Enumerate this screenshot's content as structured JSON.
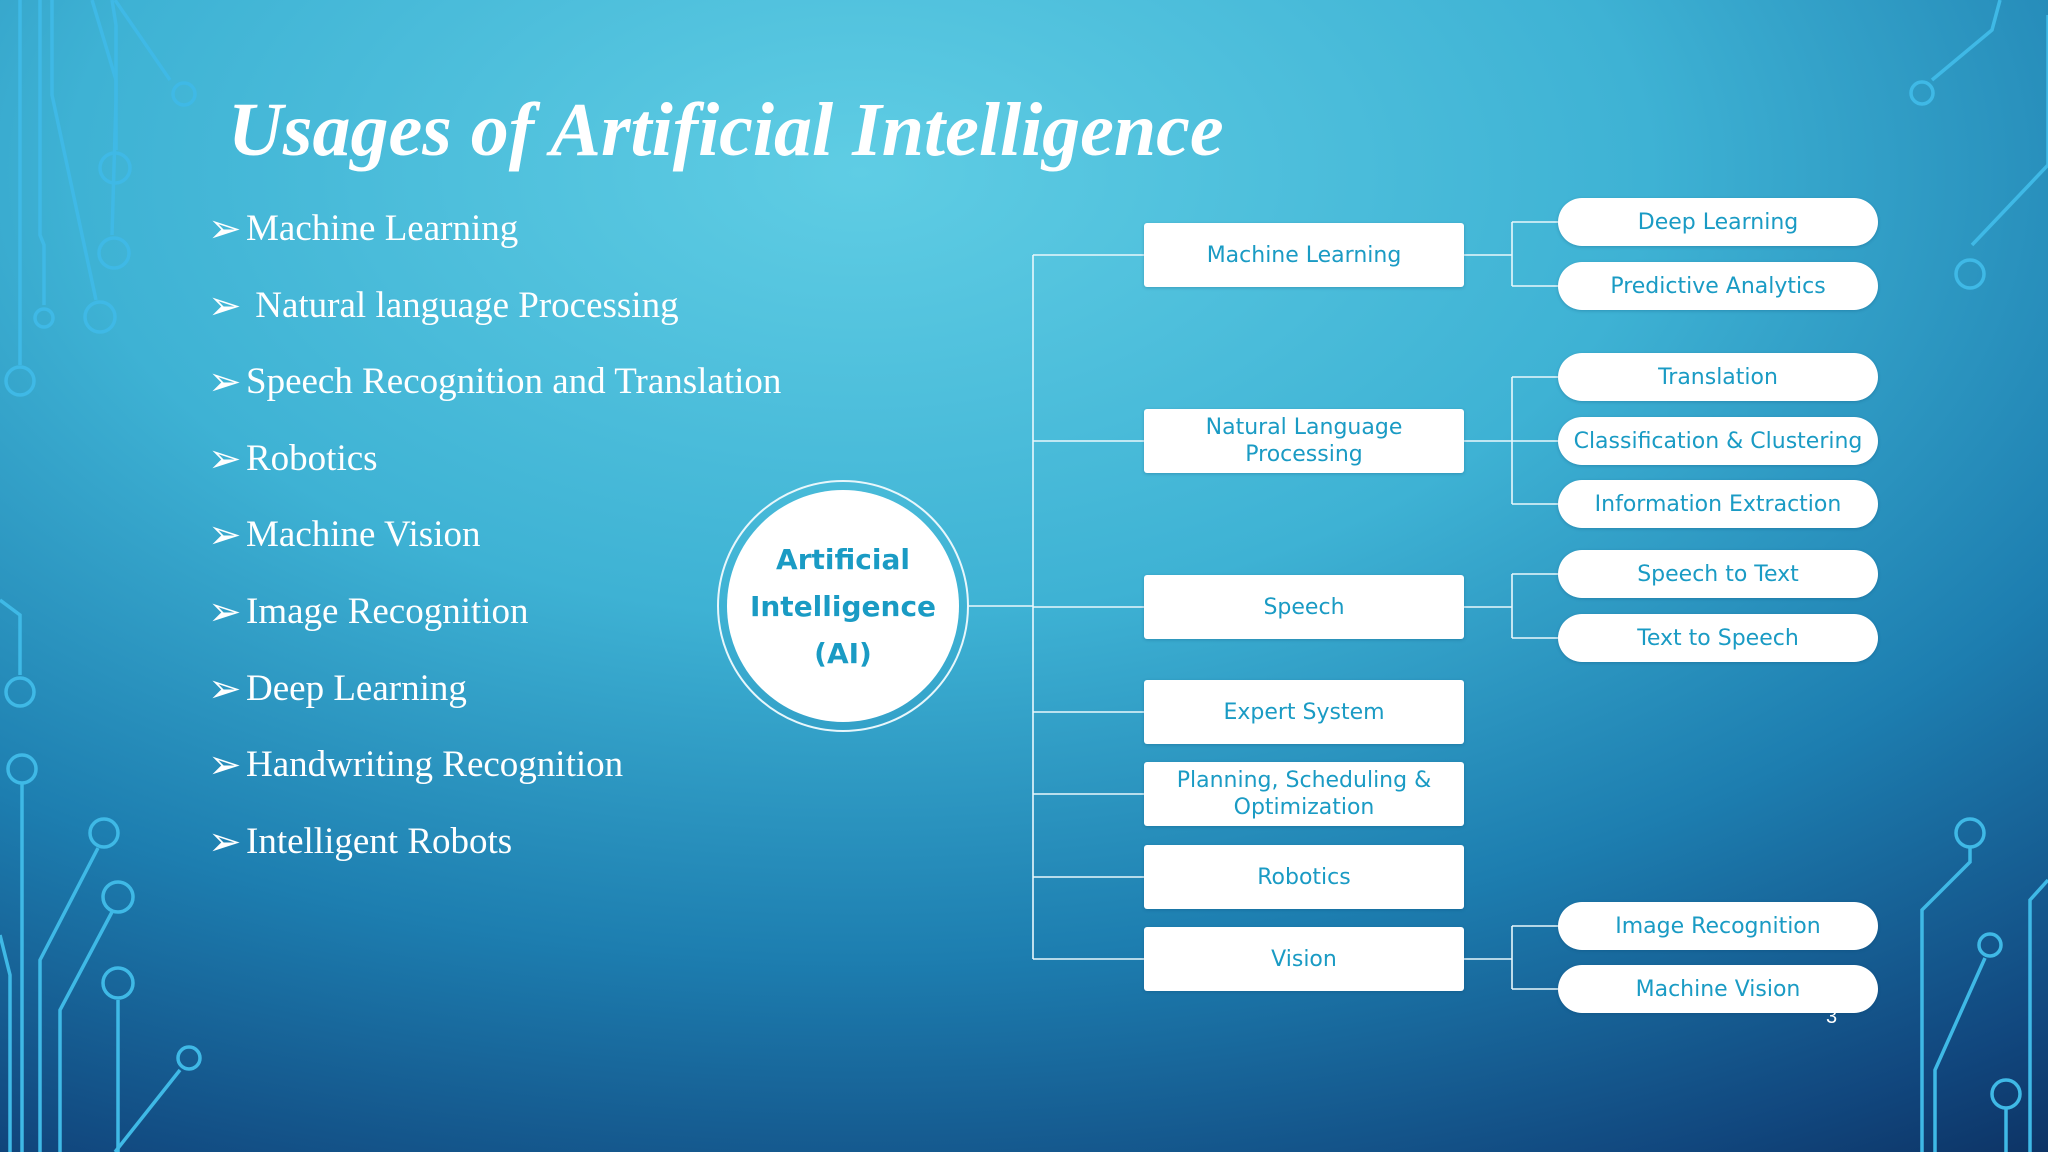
{
  "slide": {
    "title": "Usages of Artificial Intelligence",
    "page_number": "3"
  },
  "bullets": {
    "marker": "➢",
    "items": [
      "Machine Learning",
      " Natural language Processing",
      "Speech Recognition and Translation",
      "Robotics",
      "Machine Vision",
      "Image Recognition",
      "Deep Learning",
      "Handwriting Recognition",
      "Intelligent Robots"
    ]
  },
  "diagram": {
    "center_label": "Artificial\nIntelligence\n(AI)",
    "branches": [
      {
        "label": "Machine Learning",
        "children": [
          "Deep Learning",
          "Predictive Analytics"
        ]
      },
      {
        "label": "Natural Language\nProcessing",
        "children": [
          "Translation",
          "Classification & Clustering",
          "Information Extraction"
        ]
      },
      {
        "label": "Speech",
        "children": [
          "Speech to Text",
          "Text to Speech"
        ]
      },
      {
        "label": "Expert System",
        "children": []
      },
      {
        "label": "Planning, Scheduling &\nOptimization",
        "children": []
      },
      {
        "label": "Robotics",
        "children": []
      },
      {
        "label": "Vision",
        "children": [
          "Image Recognition",
          "Machine Vision"
        ]
      }
    ]
  },
  "colors": {
    "background_top": "#5ccbe2",
    "background_bottom": "#0b2b59",
    "node_text": "#1a9bc4",
    "node_fill": "#ffffff",
    "text_light": "#ffffff",
    "circuit_lines": "#3fb9e6"
  }
}
